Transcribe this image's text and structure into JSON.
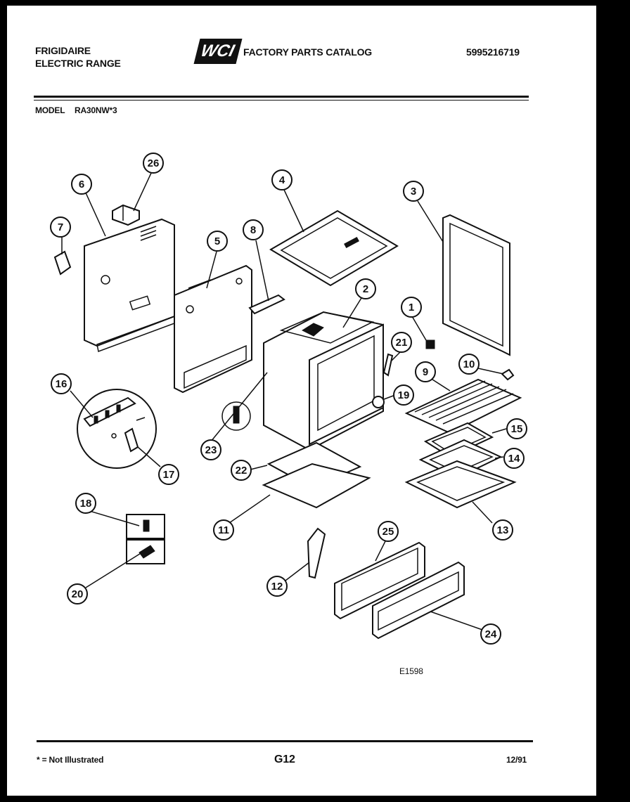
{
  "header": {
    "brand_line1": "FRIGIDAIRE",
    "brand_line2": "ELECTRIC RANGE",
    "logo_text": "WCI",
    "catalog_title": "FACTORY PARTS CATALOG",
    "catalog_number": "5995216719",
    "model_label": "MODEL",
    "model_number": "RA30NW*3"
  },
  "callouts": [
    "1",
    "2",
    "3",
    "4",
    "5",
    "6",
    "7",
    "8",
    "9",
    "10",
    "11",
    "12",
    "13",
    "14",
    "15",
    "16",
    "17",
    "18",
    "19",
    "20",
    "21",
    "22",
    "23",
    "24",
    "25",
    "26"
  ],
  "diagram_code": "E1598",
  "footer": {
    "note": "* = Not Illustrated",
    "page": "G12",
    "date": "12/91"
  }
}
